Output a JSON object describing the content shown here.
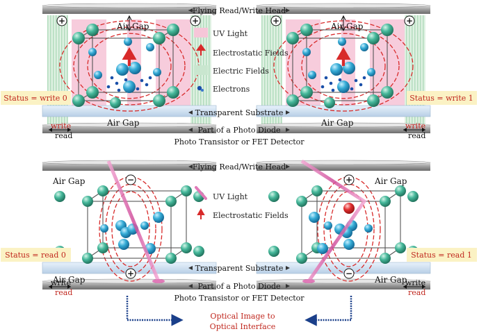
{
  "labels": {
    "head_top": "Flying Read/Write Head",
    "head_bottom": "Flying Read/Write Head",
    "air_gap": "Air Gap",
    "substrate_top": "Transparent Substrate",
    "substrate_bottom": "Transparent Substrate",
    "photodiode_top": "Part of a Photo Diode",
    "phototransistor_top": "Photo Transistor or FET Detector",
    "photodiode_bottom": "Part of a Photo Diode",
    "phototransistor_bottom": "Photo Transistor or FET Detector",
    "write": "write",
    "read": "read",
    "optical_line1": "Optical Image to",
    "optical_line2": "Optical Interface",
    "plus": "+",
    "minus": "−"
  },
  "legend_top": [
    {
      "key": "uv",
      "label": "UV Light",
      "color": "#f6c6d8"
    },
    {
      "key": "efield",
      "label": "Electrostatic Fields",
      "color": "#d82a2a"
    },
    {
      "key": "electric",
      "label": "Electric Fields",
      "color": "#c9e6cf"
    },
    {
      "key": "electrons",
      "label": "Electrons",
      "color": "#1a4fa8"
    }
  ],
  "legend_bottom": [
    {
      "key": "uv",
      "label": "UV Light",
      "color": "#e07ab8"
    },
    {
      "key": "efield",
      "label": "Electrostatic Fields",
      "color": "#d82a2a"
    }
  ],
  "status": [
    {
      "panel": "top-left",
      "text": "Status = write 0"
    },
    {
      "panel": "top-right",
      "text": "Status = write 1"
    },
    {
      "panel": "bottom-left",
      "text": "Status = read 0"
    },
    {
      "panel": "bottom-right",
      "text": "Status = read 1"
    }
  ],
  "colors": {
    "status_bg": "#fbf2c4",
    "status_text": "#c0281f",
    "cyan_atom": "#2ea7cf",
    "teal_atom": "#45b79a",
    "red_atom": "#e23030",
    "platter": "#9a9a9a",
    "arrow_blue": "#1a3f8a"
  }
}
